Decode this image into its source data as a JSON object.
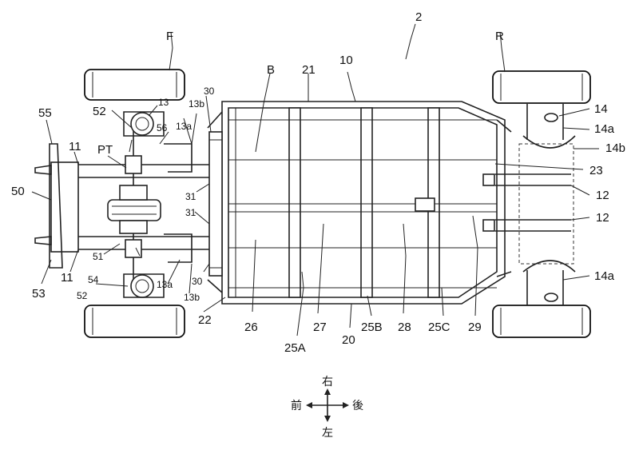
{
  "figure_number": "2",
  "labels": {
    "F": "F",
    "R": "R",
    "B": "B",
    "PT": "PT",
    "n10": "10",
    "n11a": "11",
    "n11b": "11",
    "n12a": "12",
    "n12b": "12",
    "n13a": "13",
    "n13b_top": "13b",
    "n13a_top": "13a",
    "n13a_bot": "13a",
    "n13b_bot": "13b",
    "n14": "14",
    "n14a_top": "14a",
    "n14b": "14b",
    "n14a_bot": "14a",
    "n20": "20",
    "n21": "21",
    "n22": "22",
    "n23": "23",
    "n25A": "25A",
    "n25B": "25B",
    "n25C": "25C",
    "n26": "26",
    "n27": "27",
    "n28": "28",
    "n29": "29",
    "n30a": "30",
    "n30b": "30",
    "n31a": "31",
    "n31b": "31",
    "n50": "50",
    "n51": "51",
    "n52a": "52",
    "n52b": "52",
    "n53": "53",
    "n54": "54",
    "n55": "55",
    "n56": "56"
  },
  "compass": {
    "up": "右",
    "left": "前",
    "right": "後",
    "down": "左"
  }
}
